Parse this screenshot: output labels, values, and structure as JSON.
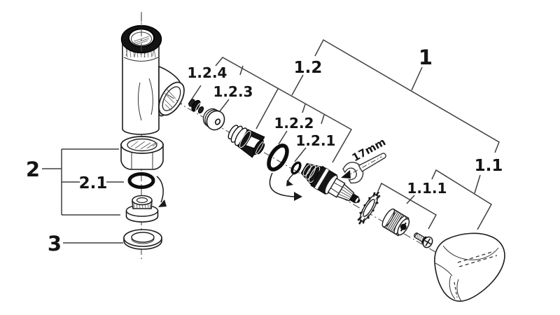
{
  "diagram": {
    "type": "exploded-assembly-diagram",
    "callouts": {
      "n1": "1",
      "n1_1": "1.1",
      "n1_1_1": "1.1.1",
      "n1_2": "1.2",
      "n1_2_1": "1.2.1",
      "n1_2_2": "1.2.2",
      "n1_2_3": "1.2.3",
      "n1_2_4": "1.2.4",
      "n2": "2",
      "n2_1": "2.1",
      "n3": "3"
    },
    "annotations": {
      "wrench_size": "17mm"
    },
    "colors": {
      "background": "#ffffff",
      "line": "#3f3f3f",
      "text": "#151515",
      "dark_fill": "#161616"
    }
  }
}
